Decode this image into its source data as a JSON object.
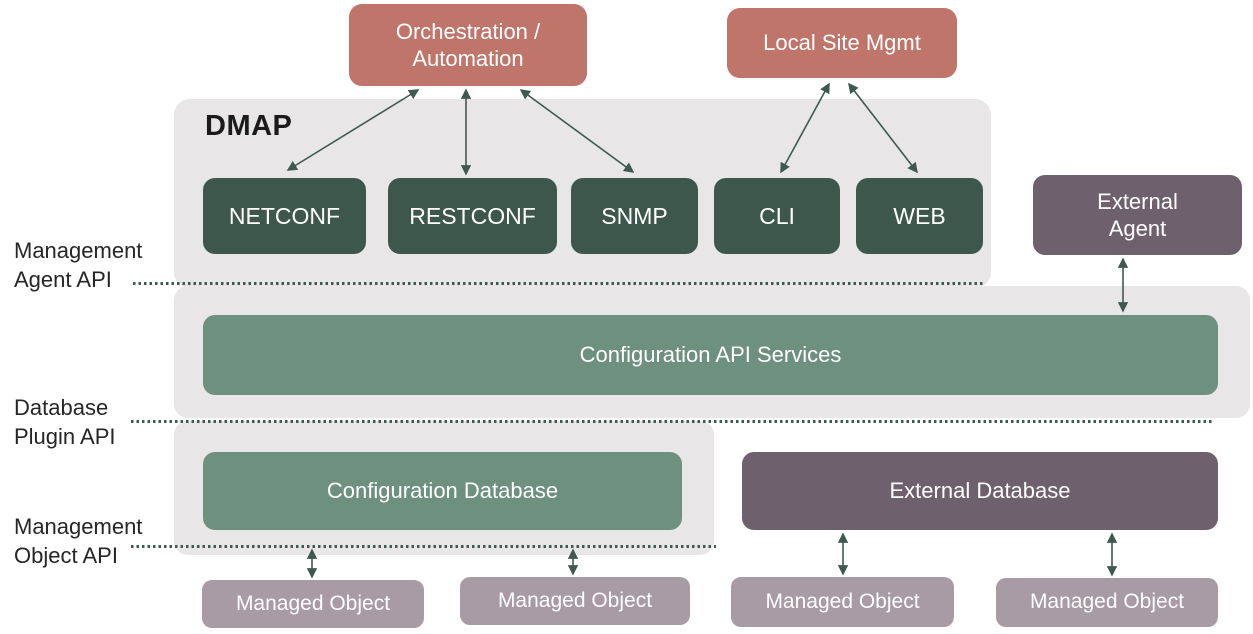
{
  "diagram_title": "DMAP",
  "colors": {
    "salmon": "#C0756A",
    "dark_green": "#3D574C",
    "mid_green": "#6E907F",
    "dark_mauve": "#6F606E",
    "light_mauve": "#A89BA4",
    "panel_gray": "#E8E6E7",
    "line": "#3E5A50",
    "label_text": "#262626",
    "box_text": "#FFFFFF"
  },
  "top_nodes": {
    "orchestration": {
      "label": "Orchestration /\nAutomation"
    },
    "local_site": {
      "label": "Local Site Mgmt"
    }
  },
  "protocols": [
    {
      "label": "NETCONF"
    },
    {
      "label": "RESTCONF"
    },
    {
      "label": "SNMP"
    },
    {
      "label": "CLI"
    },
    {
      "label": "WEB"
    }
  ],
  "external_agent": {
    "label": "External\nAgent"
  },
  "services": {
    "config_api": {
      "label": "Configuration API Services"
    }
  },
  "databases": {
    "config_db": {
      "label": "Configuration Database"
    },
    "external_db": {
      "label": "External Database"
    }
  },
  "managed_objects": [
    {
      "label": "Managed Object"
    },
    {
      "label": "Managed Object"
    },
    {
      "label": "Managed Object"
    },
    {
      "label": "Managed Object"
    }
  ],
  "api_layer_labels": [
    {
      "label": "Management\nAgent API"
    },
    {
      "label": "Database\nPlugin API"
    },
    {
      "label": "Management\nObject API"
    }
  ]
}
